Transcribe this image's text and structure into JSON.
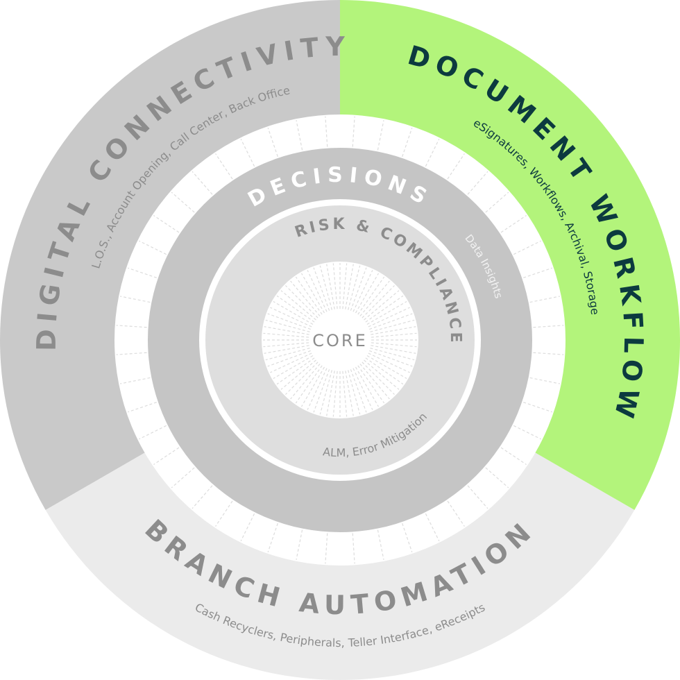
{
  "colors": {
    "digital": "#c9c9c9",
    "document": "#b3f47b",
    "branch": "#ebebeb",
    "decisions": "#c5c5c5",
    "risk": "#dedede",
    "gray_text": "#8c8c8c",
    "dark_text": "#0c3a3f"
  },
  "segments": {
    "digital": {
      "title": "DIGITAL CONNECTIVITY",
      "subtitle": "L.O.S., Account Opening, Call Center, Back Office"
    },
    "document": {
      "title": "DOCUMENT WORKFLOW",
      "subtitle": "eSignatures, Workflows, Archival, Storage"
    },
    "branch": {
      "title": "BRANCH AUTOMATION",
      "subtitle": "Cash Recyclers, Peripherals, Teller Interface, eReceipts"
    }
  },
  "decisions": {
    "title": "DECISIONS",
    "subtitle": "Data Insights"
  },
  "risk": {
    "title": "RISK & COMPLIANCE",
    "subtitle": "ALM, Error Mitigation"
  },
  "core": {
    "title": "CORE"
  }
}
